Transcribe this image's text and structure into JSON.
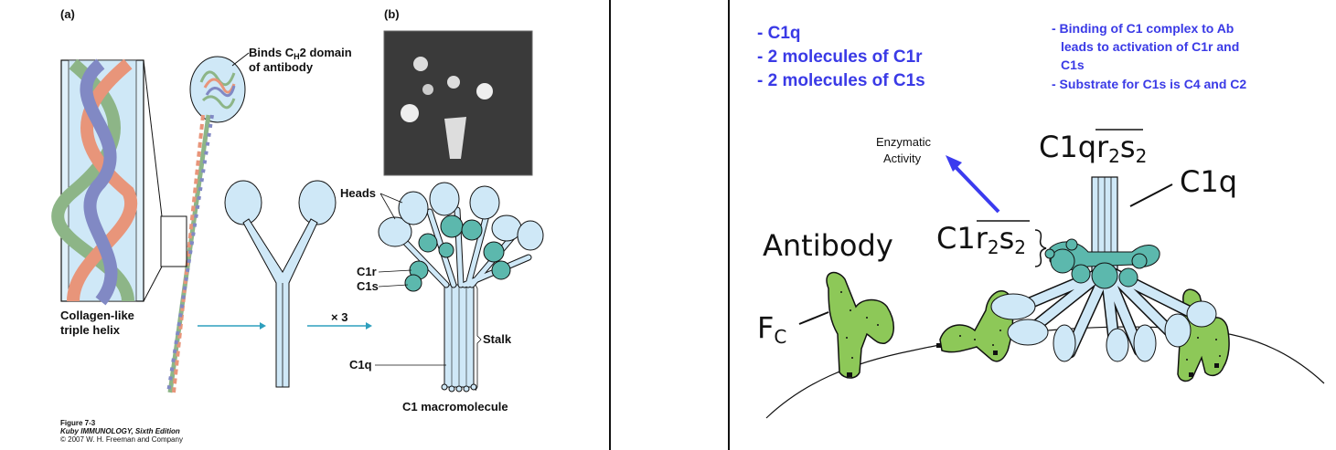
{
  "left": {
    "panel_a_label": "(a)",
    "panel_b_label": "(b)",
    "binds_line1": "Binds C",
    "binds_sub": "H",
    "binds_line1_end": "2 domain",
    "binds_line2": "of antibody",
    "heads": "Heads",
    "c1r": "C1r",
    "c1s": "C1s",
    "c1q": "C1q",
    "stalk": "Stalk",
    "times3": "× 3",
    "collagen_line1": "Collagen-like",
    "collagen_line2": "triple helix",
    "macromolecule": "C1 macromolecule",
    "figure_num": "Figure 7-3",
    "figure_book": "Kuby IMMUNOLOGY, Sixth Edition",
    "figure_copy": "© 2007 W. H. Freeman and Company"
  },
  "right": {
    "bullets_left": [
      "- C1q",
      "- 2 molecules of C1r",
      "- 2 molecules of C1s"
    ],
    "bullets_right": [
      "- Binding of C1 complex to Ab",
      "  leads  to activation of C1r and",
      "  C1s",
      "- Substrate for C1s is C4 and C2"
    ],
    "enzymatic_line1": "Enzymatic",
    "enzymatic_line2": "Activity",
    "c1qr2s2": "C1qr",
    "c1q": "C1q",
    "c1r2s2": "C1r",
    "antibody": "Antibody",
    "fc": "F",
    "fc_sub": "C",
    "sub2": "2",
    "s": "s"
  },
  "colors": {
    "light_blue": "#cfe8f7",
    "teal": "#5cb8ad",
    "green": "#8dc858",
    "bullet_blue": "#3a3ae6",
    "arrow_blue": "#3b3bef",
    "helix_green": "#8db587",
    "helix_orange": "#e8957a",
    "helix_purple": "#8189c4",
    "connector_teal": "#2e9fbd"
  }
}
